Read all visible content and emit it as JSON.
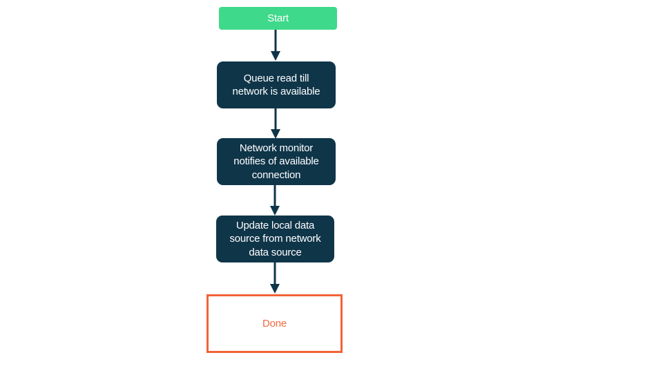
{
  "diagram": {
    "type": "flowchart",
    "orientation": "top-to-bottom",
    "background_color": "#ffffff",
    "colors": {
      "start_fill": "#3ed98a",
      "start_text": "#ffffff",
      "process_fill": "#0f3549",
      "process_text": "#ffffff",
      "end_stroke": "#f26336",
      "end_fill": "#ffffff",
      "end_text": "#f26841",
      "arrow": "#0f3549"
    },
    "nodes": [
      {
        "id": "start",
        "label": "Start",
        "shape": "rounded-rectangle",
        "role": "start"
      },
      {
        "id": "queue-read",
        "label": "Queue read till\nnetwork is available",
        "shape": "rounded-rectangle",
        "role": "process"
      },
      {
        "id": "network-monitor",
        "label": "Network monitor\nnotifies of available\nconnection",
        "shape": "rounded-rectangle",
        "role": "process"
      },
      {
        "id": "update-local",
        "label": "Update local data\nsource from network\ndata source",
        "shape": "rounded-rectangle",
        "role": "process"
      },
      {
        "id": "done",
        "label": "Done",
        "shape": "rectangle",
        "role": "end"
      }
    ],
    "edges": [
      {
        "from": "start",
        "to": "queue-read",
        "label": ""
      },
      {
        "from": "queue-read",
        "to": "network-monitor",
        "label": ""
      },
      {
        "from": "network-monitor",
        "to": "update-local",
        "label": ""
      },
      {
        "from": "update-local",
        "to": "done",
        "label": ""
      }
    ]
  }
}
